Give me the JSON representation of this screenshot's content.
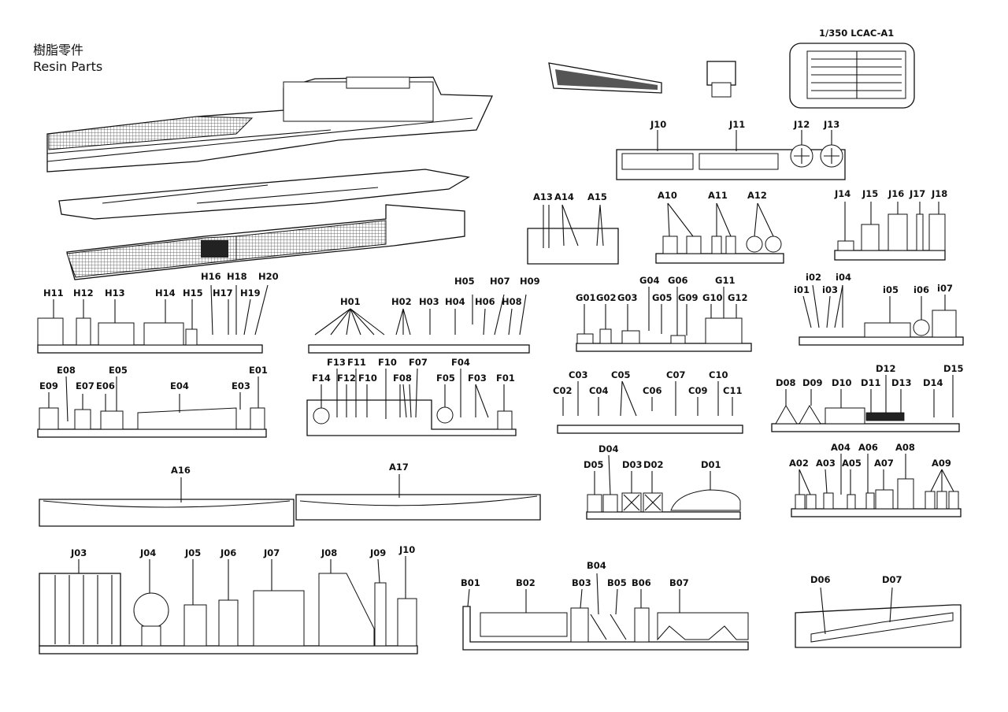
{
  "title": {
    "zh": "樹脂零件",
    "en": "Resin Parts"
  },
  "model_label": "1/350 LCAC-A1",
  "groups": {
    "H": [
      "H11",
      "H12",
      "H13",
      "H14",
      "H15",
      "H16",
      "H17",
      "H18",
      "H19",
      "H20"
    ],
    "E": [
      "E09",
      "E08",
      "E07",
      "E06",
      "E05",
      "E04",
      "E03",
      "E01"
    ],
    "H0x": [
      "H01",
      "H02",
      "H03",
      "H04",
      "H05",
      "H06",
      "H07",
      "H08",
      "H09"
    ],
    "F": [
      "F14",
      "F13",
      "F12",
      "F11",
      "F10",
      "F10",
      "F08",
      "F07",
      "F05",
      "F04",
      "F03",
      "F01"
    ],
    "G": [
      "G01",
      "G02",
      "G03",
      "G04",
      "G05",
      "G06",
      "G09",
      "G10",
      "G11",
      "G12"
    ],
    "C": [
      "C02",
      "C03",
      "C04",
      "C05",
      "C06",
      "C07",
      "C09",
      "C10",
      "C11"
    ],
    "J_top": [
      "J10",
      "J11",
      "J12",
      "J13"
    ],
    "A_top": [
      "A13",
      "A14",
      "A15",
      "A10",
      "A11",
      "A12"
    ],
    "J_right": [
      "J14",
      "J15",
      "J16",
      "J17",
      "J18"
    ],
    "i": [
      "i01",
      "i02",
      "i03",
      "i04",
      "i05",
      "i06",
      "i07"
    ],
    "D_right": [
      "D08",
      "D09",
      "D10",
      "D11",
      "D12",
      "D13",
      "D14",
      "D15"
    ],
    "A_long": [
      "A16",
      "A17"
    ],
    "D_mid": [
      "D04",
      "D05",
      "D03",
      "D02",
      "D01"
    ],
    "A_right": [
      "A02",
      "A03",
      "A04",
      "A05",
      "A06",
      "A07",
      "A08",
      "A09"
    ],
    "J_bottom": [
      "J03",
      "J04",
      "J05",
      "J06",
      "J07",
      "J08",
      "J09",
      "J10"
    ],
    "B": [
      "B01",
      "B02",
      "B03",
      "B04",
      "B05",
      "B06",
      "B07"
    ],
    "D_bottom": [
      "D06",
      "D07"
    ]
  }
}
